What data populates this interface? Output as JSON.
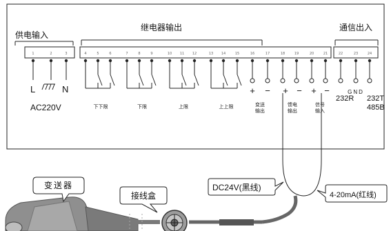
{
  "groups": {
    "power_in": "供电输入",
    "relay_out": "继电器输出",
    "comm_in_out": "通信出入"
  },
  "terminal_numbers": [
    "1",
    "2",
    "3",
    "4",
    "5",
    "6",
    "7",
    "8",
    "9",
    "10",
    "11",
    "12",
    "13",
    "14",
    "15",
    "16",
    "17",
    "18",
    "19",
    "20",
    "21",
    "22",
    "23",
    "24"
  ],
  "power_labels": {
    "live": "L",
    "neutral": "N",
    "voltage": "AC220V"
  },
  "relay_labels": [
    "下下限",
    "下限",
    "上限",
    "上上限"
  ],
  "io_labels": {
    "transmit_out": [
      "变送",
      "输出"
    ],
    "feed_out": [
      "馈电",
      "输出"
    ],
    "signal_in": [
      "信号",
      "输入"
    ]
  },
  "polarity": {
    "plus": "+",
    "minus": "−"
  },
  "comm_labels": {
    "gnd": "GND",
    "r232": "232R",
    "t232": "232T",
    "r485": "485B"
  },
  "callouts": {
    "dc24v": "DC24V(黑线)",
    "current": "4-20mA(红线)",
    "transmitter": "变送器",
    "junction_box": "接线盒"
  },
  "colors": {
    "line": "#222222",
    "cable": "#555555"
  }
}
